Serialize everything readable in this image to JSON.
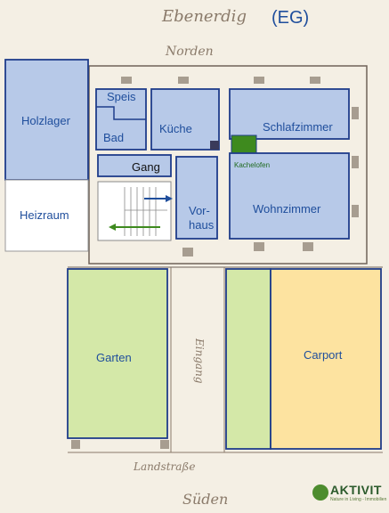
{
  "header": {
    "floor_label": "(EG)",
    "script_title": "Ebenerdig",
    "north_script": "Norden",
    "south_script": "Süden",
    "street_script": "Landstraße",
    "entrance_script": "Eingang"
  },
  "rooms": {
    "holzlager": "Holzlager",
    "heizraum": "Heizraum",
    "speis": "Speis",
    "bad": "Bad",
    "kueche": "Küche",
    "schlafzimmer": "Schlafzimmer",
    "kachelofen": "Kachelofen",
    "gang": "Gang",
    "vorhaus_1": "Vor-",
    "vorhaus_2": "haus",
    "wohnzimmer": "Wohnzimmer",
    "garten": "Garten",
    "carport": "Carport"
  },
  "logo": {
    "name": "AKTIVIT",
    "tagline": "Nature in Living - Immobilien"
  },
  "colors": {
    "room_fill": "#b7c9e8",
    "room_border": "#1f3d8a",
    "garden": "#d4e8a8",
    "carport": "#fde3a0",
    "kachelofen": "#3e8a1e",
    "text": "#1f4e9c",
    "paper": "#f4efe4"
  }
}
